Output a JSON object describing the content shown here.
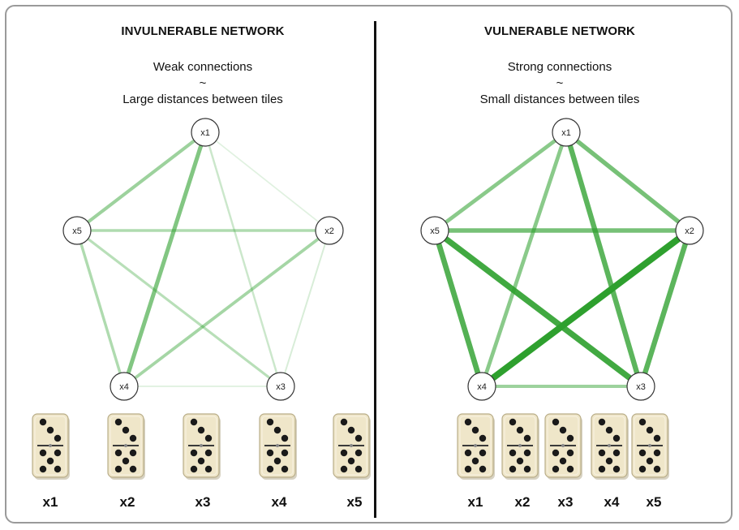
{
  "left_panel": {
    "title": "INVULNERABLE NETWORK",
    "line1": "Weak connections",
    "tilde": "~",
    "line2": "Large distances between tiles",
    "nodes": [
      "x1",
      "x2",
      "x3",
      "x4",
      "x5"
    ],
    "tiles": [
      "x1",
      "x2",
      "x3",
      "x4",
      "x5"
    ],
    "edge_strengths": {
      "x1-x4": 0.55,
      "x1-x5": 0.4,
      "x1-x3": 0.15,
      "x1-x2": 0.03,
      "x5-x2": 0.3,
      "x5-x3": 0.25,
      "x2-x4": 0.35,
      "x2-x3": 0.08,
      "x4-x3": 0.05,
      "x5-x4": 0.3
    }
  },
  "right_panel": {
    "title": "VULNERABLE NETWORK",
    "line1": "Strong connections",
    "tilde": "~",
    "line2": "Small distances between tiles",
    "nodes": [
      "x1",
      "x2",
      "x3",
      "x4",
      "x5"
    ],
    "tiles": [
      "x1",
      "x2",
      "x3",
      "x4",
      "x5"
    ],
    "edge_strengths": {
      "x1-x4": 0.5,
      "x1-x5": 0.5,
      "x1-x3": 0.75,
      "x1-x2": 0.6,
      "x5-x2": 0.6,
      "x5-x3": 0.9,
      "x2-x4": 1.0,
      "x2-x3": 0.75,
      "x4-x3": 0.4,
      "x5-x4": 0.8
    }
  },
  "colors": {
    "edge": "#2ea02e",
    "node_stroke": "#333333",
    "tile_face": "#efe6c9",
    "pip": "#1a1a1a"
  }
}
